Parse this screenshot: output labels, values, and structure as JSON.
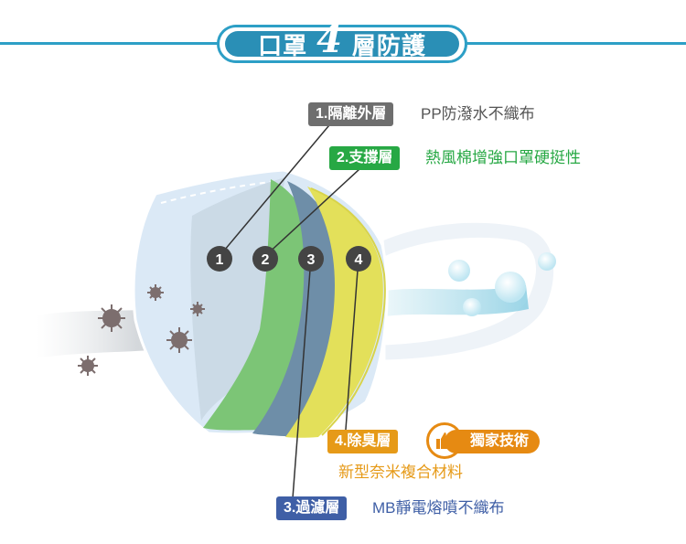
{
  "header": {
    "title_left": "口罩",
    "title_number": "4",
    "title_right": "層防護"
  },
  "markers": [
    "1",
    "2",
    "3",
    "4"
  ],
  "layers": [
    {
      "tag": "1.隔離外層",
      "desc": "PP防潑水不織布",
      "color": "#6e6e6e",
      "desc_color": "#555555"
    },
    {
      "tag": "2.支撐層",
      "desc": "熱風棉增強口罩硬挺性",
      "color": "#27a844",
      "desc_color": "#27a844"
    },
    {
      "tag": "3.過濾層",
      "desc": "MB靜電熔噴不織布",
      "color": "#3f5fa6",
      "desc_color": "#3f5fa6"
    },
    {
      "tag": "4.除臭層",
      "desc": "新型奈米複合材料",
      "color": "#e69a18",
      "desc_color": "#e69a18"
    }
  ],
  "badge": {
    "label": "獨家技術"
  },
  "colors": {
    "accent": "#2d9fc6",
    "title_fill": "#2a8fb6",
    "mask_body": "#dbe9f6",
    "badge": "#e68a12"
  }
}
